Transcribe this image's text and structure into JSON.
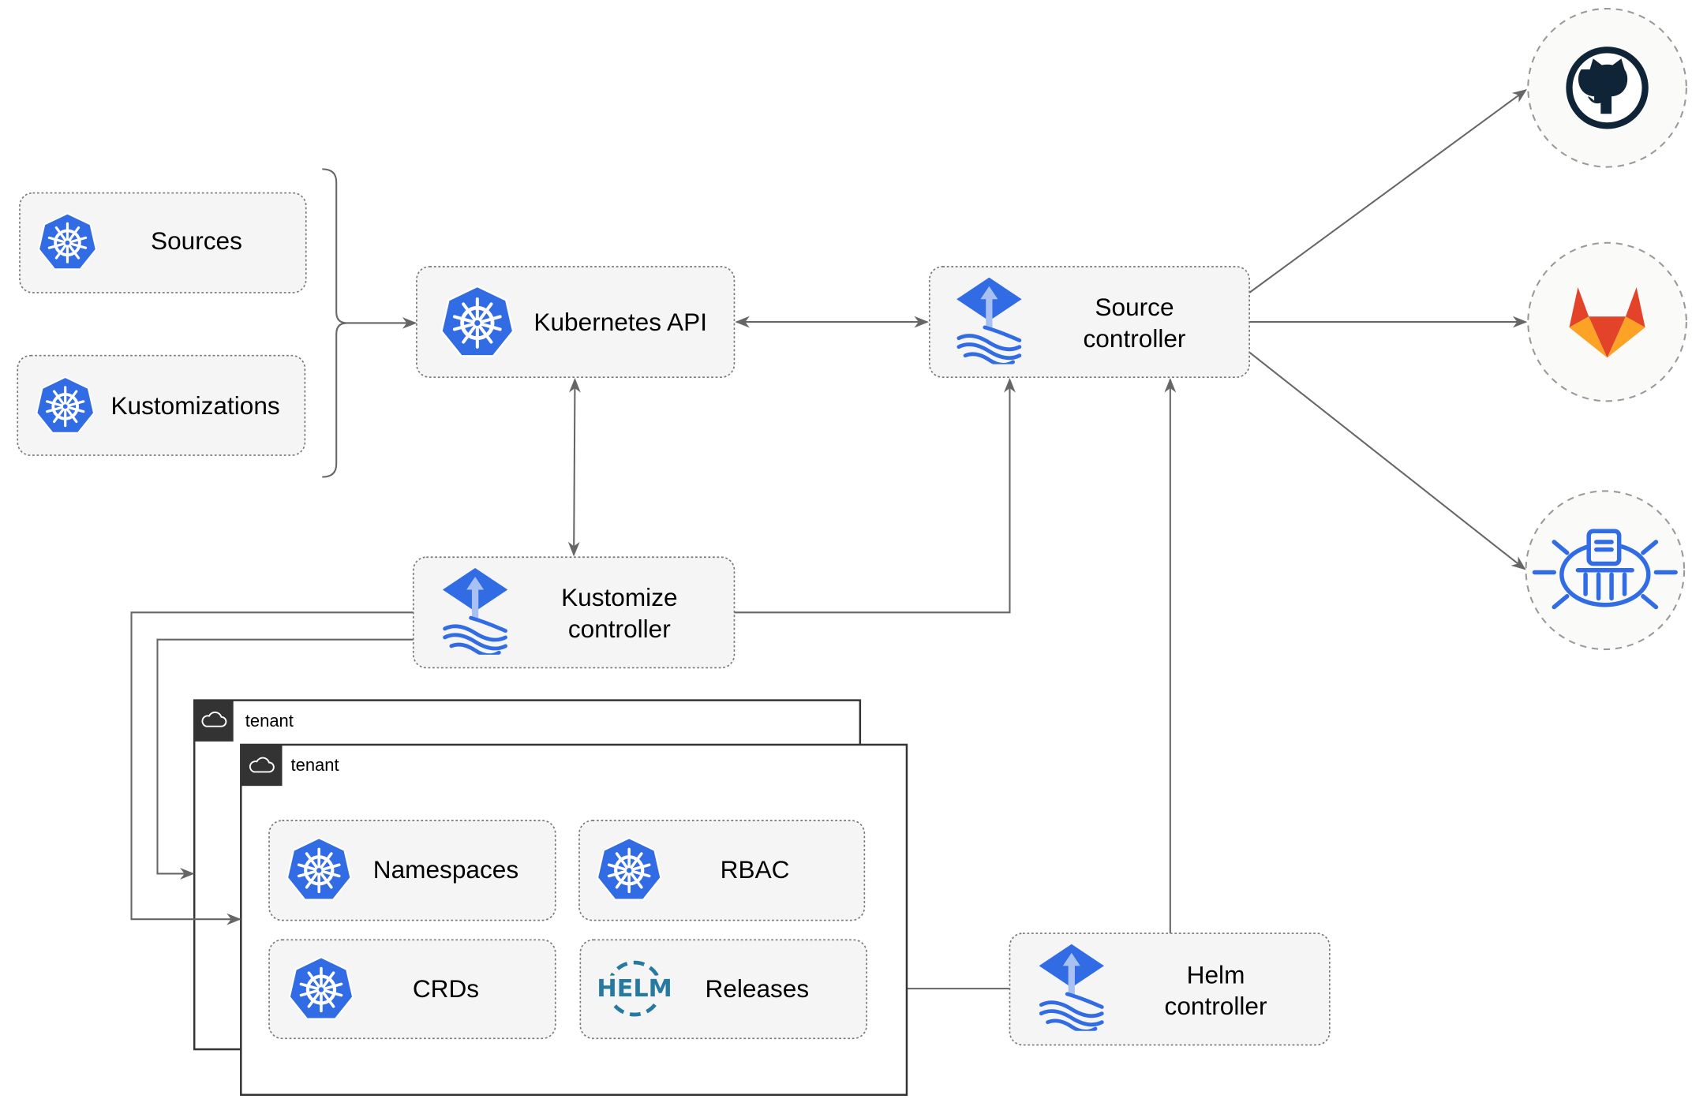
{
  "colors": {
    "kubernetes_blue": "#326ce5",
    "flux_blue": "#326ce5",
    "github_dark": "#0f2436",
    "gitlab_orange": "#e24329",
    "gitlab_light": "#fca326",
    "helm_teal": "#277a9f",
    "edge": "#666666"
  },
  "nodes": {
    "sources": {
      "label": "Sources",
      "icon": "kubernetes-icon"
    },
    "kustomizations": {
      "label": "Kustomizations",
      "icon": "kubernetes-icon"
    },
    "kubernetes_api": {
      "label": "Kubernetes API",
      "icon": "kubernetes-icon"
    },
    "source_controller": {
      "line1": "Source",
      "line2": "controller",
      "icon": "flux-icon"
    },
    "kustomize_controller": {
      "line1": "Kustomize",
      "line2": "controller",
      "icon": "flux-icon"
    },
    "helm_controller": {
      "line1": "Helm",
      "line2": "controller",
      "icon": "flux-icon"
    },
    "tenant_back": {
      "label": "tenant",
      "icon": "cloud-icon"
    },
    "tenant_front": {
      "label": "tenant",
      "icon": "cloud-icon"
    },
    "namespaces": {
      "label": "Namespaces",
      "icon": "kubernetes-icon"
    },
    "rbac": {
      "label": "RBAC",
      "icon": "kubernetes-icon"
    },
    "crds": {
      "label": "CRDs",
      "icon": "kubernetes-icon"
    },
    "releases": {
      "label": "Releases",
      "icon": "helm-icon",
      "icon_text": "HELM"
    },
    "github": {
      "icon": "github-icon"
    },
    "gitlab": {
      "icon": "gitlab-icon"
    },
    "helm_repo": {
      "icon": "helm-repository-icon"
    }
  }
}
